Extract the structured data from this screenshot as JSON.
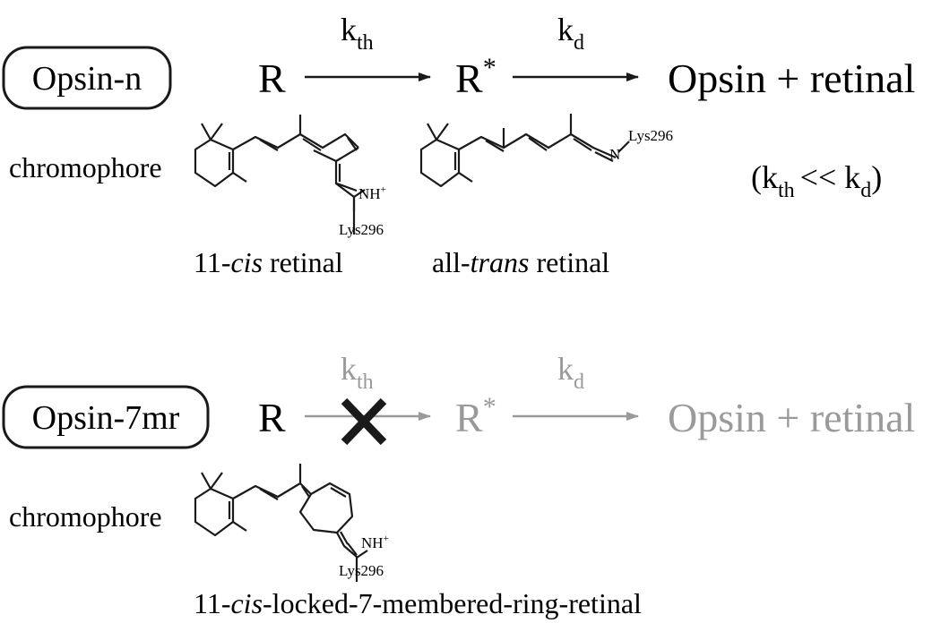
{
  "top": {
    "label": "Opsin-n",
    "reactant": "R",
    "intermediate": "R",
    "intermediate_sup": "*",
    "products": "Opsin + retinal",
    "k1": "k",
    "k1_sub": "th",
    "k2": "k",
    "k2_sub": "d",
    "condition_open": "(k",
    "condition_sub1": "th",
    "condition_mid": "<< k",
    "condition_sub2": "d",
    "condition_close": ")",
    "chromophore_label": "chromophore",
    "nh_label": "NH",
    "nh_charge": "+",
    "lys_label_cis": "Lys296",
    "n_label": "N",
    "lys_label_trans": "Lys296",
    "caption_cis_pre": "11-",
    "caption_cis_italic": "cis",
    "caption_cis_post": " retinal",
    "caption_trans_pre": "all-",
    "caption_trans_italic": "trans",
    "caption_trans_post": " retinal"
  },
  "bottom": {
    "label": "Opsin-7mr",
    "reactant": "R",
    "intermediate": "R",
    "intermediate_sup": "*",
    "products": "Opsin + retinal",
    "k1": "k",
    "k1_sub": "th",
    "k2": "k",
    "k2_sub": "d",
    "chromophore_label": "chromophore",
    "nh_label": "NH",
    "nh_charge": "+",
    "lys_label": "Lys296",
    "caption_pre": "11-",
    "caption_italic": "cis",
    "caption_post": "-locked-7-membered-ring-retinal"
  },
  "colors": {
    "ink": "#1a1a1a",
    "blocked": "#9a9a9a"
  }
}
